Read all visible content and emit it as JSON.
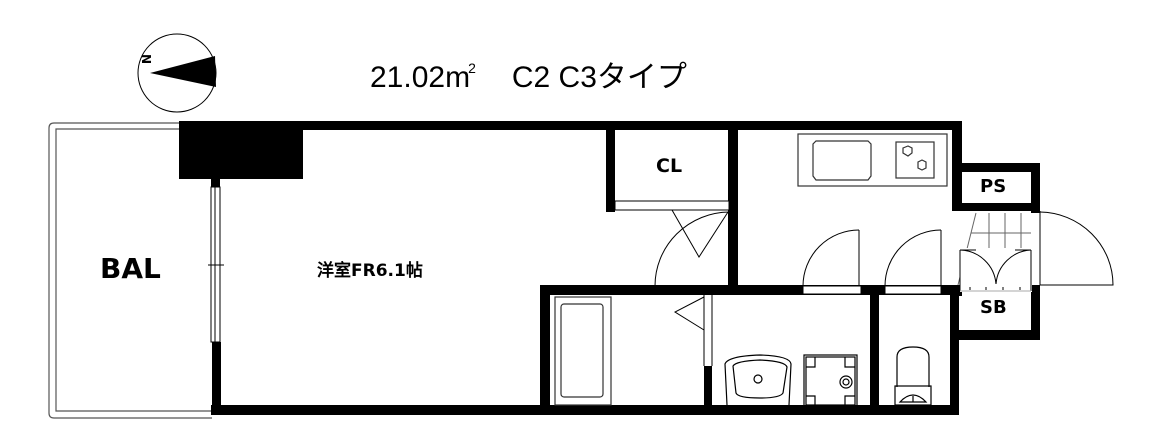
{
  "header": {
    "area": "21.02",
    "area_unit": "m",
    "area_unit_sup": "2",
    "types": "C2 C3タイプ"
  },
  "compass": {
    "north_label": "N",
    "icon": "north-arrow-icon"
  },
  "rooms": {
    "balcony": "BAL",
    "western_room": "洋室FR6.1帖",
    "closet": "CL",
    "pipe_space": "PS",
    "shoe_box": "SB"
  },
  "fixtures": [
    {
      "name": "kitchen-sink",
      "icon": "sink-icon"
    },
    {
      "name": "stove",
      "icon": "two-burner-stove-icon"
    },
    {
      "name": "bathtub",
      "icon": "bathtub-icon"
    },
    {
      "name": "washbasin",
      "icon": "washbasin-icon"
    },
    {
      "name": "washing-machine-pan",
      "icon": "washer-pan-icon"
    },
    {
      "name": "toilet",
      "icon": "toilet-icon"
    }
  ],
  "colors": {
    "wall": "#000000",
    "background": "#ffffff",
    "thin_line": "#333333"
  }
}
